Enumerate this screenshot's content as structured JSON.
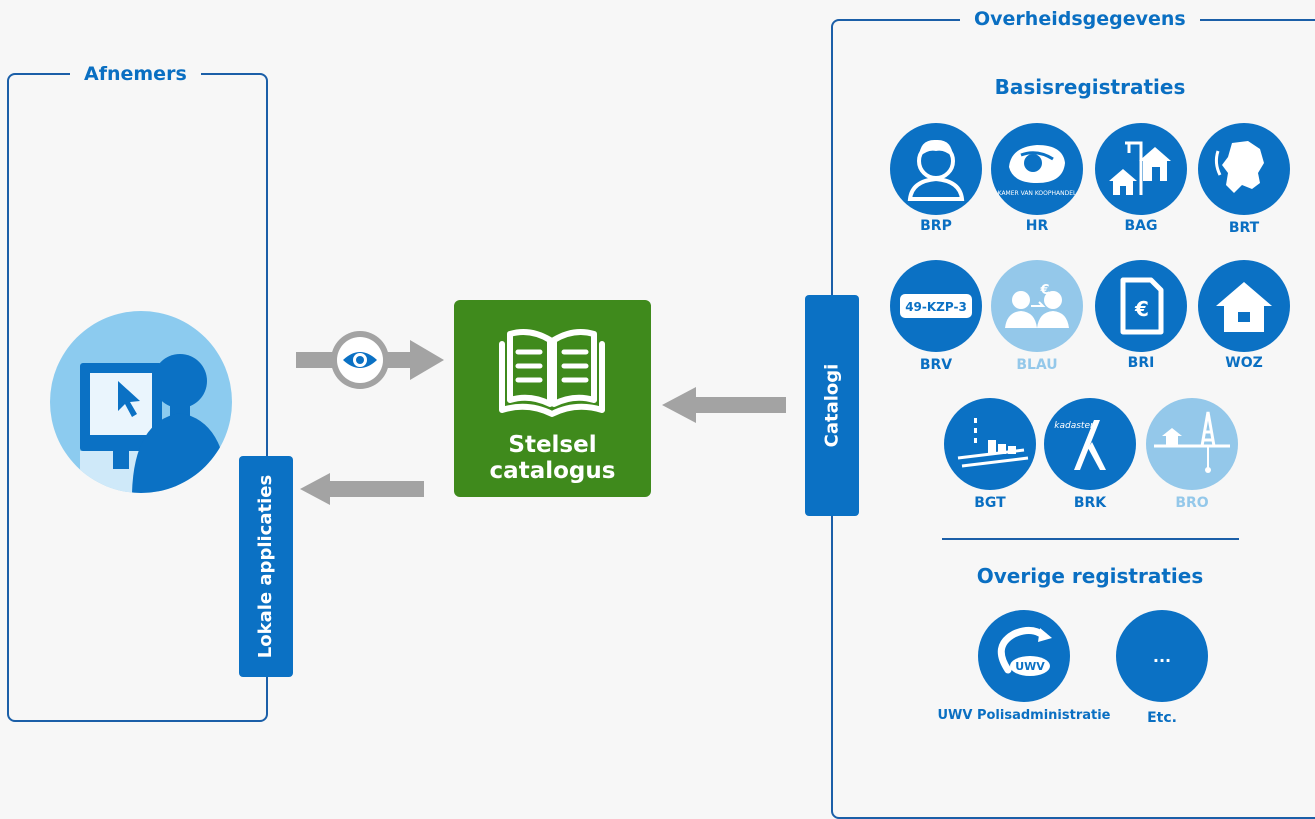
{
  "afnemers": {
    "title": "Afnemers",
    "lokale_label": "Lokale applicaties"
  },
  "center": {
    "label_line1": "Stelsel",
    "label_line2": "catalogus"
  },
  "overheid": {
    "title": "Overheidsgegevens",
    "catalogi_label": "Catalogi",
    "basis_title": "Basisregistraties",
    "overige_title": "Overige registraties",
    "registraties": [
      {
        "label": "BRP",
        "icon": "person-icon"
      },
      {
        "label": "HR",
        "icon": "kamer-van-koophandel-icon",
        "icon_text": "KAMER VAN KOOPHANDEL"
      },
      {
        "label": "BAG",
        "icon": "houses-icon"
      },
      {
        "label": "BRT",
        "icon": "netherlands-map-icon"
      },
      {
        "label": "BRV",
        "icon": "license-plate-icon",
        "icon_text": "49-KZP-3"
      },
      {
        "label": "BLAU",
        "icon": "people-exchange-icon",
        "faded": true
      },
      {
        "label": "BRI",
        "icon": "euro-document-icon"
      },
      {
        "label": "WOZ",
        "icon": "house-icon"
      },
      {
        "label": "BGT",
        "icon": "topography-icon"
      },
      {
        "label": "BRK",
        "icon": "kadaster-icon",
        "icon_text": "kadaster"
      },
      {
        "label": "BRO",
        "icon": "subsurface-icon",
        "faded": true
      }
    ],
    "overige": [
      {
        "label": "UWV Polisadministratie",
        "icon": "uwv-icon",
        "icon_text": "UWV"
      },
      {
        "label": "Etc.",
        "icon": "ellipsis-icon",
        "icon_text": "..."
      }
    ]
  },
  "colors": {
    "blue": "#0b71c4",
    "light_blue": "#94c8ea",
    "green": "#3f8a1c",
    "arrow_gray": "#a3a3a3",
    "border_blue": "#1b5fa8"
  }
}
